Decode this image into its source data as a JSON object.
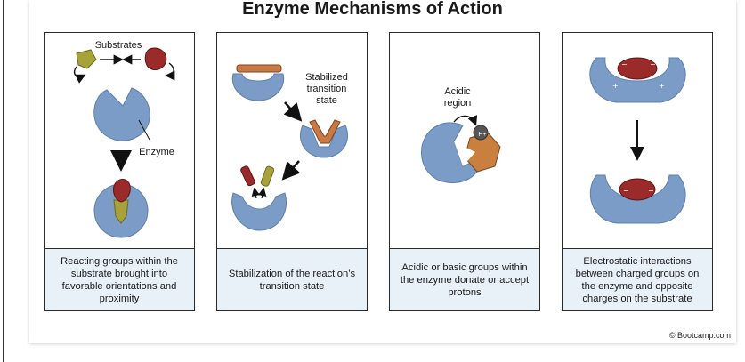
{
  "title": "Enzyme Mechanisms of Action",
  "panels": [
    {
      "caption": "Reacting groups within the substrate brought into favorable orientations and proximity",
      "label_substrates": "Substrates",
      "label_enzyme": "Enzyme"
    },
    {
      "caption": "Stabilization of the reaction’s transition state",
      "label_transition_1": "Stabilized",
      "label_transition_2": "transition",
      "label_transition_3": "state"
    },
    {
      "caption": "Acidic or basic groups within the enzyme donate or accept protons",
      "label_acidic_1": "Acidic",
      "label_acidic_2": "region",
      "proton_symbol": "H+"
    },
    {
      "caption": "Electrostatic interactions between charged groups on the enzyme and opposite charges on the substrate"
    }
  ],
  "credit": "© Bootcamp.com",
  "colors": {
    "enzyme": "#7a9cc6",
    "enzyme_stroke": "#5f7fa8",
    "substrate_red": "#9b2a2a",
    "substrate_olive": "#a8a23a",
    "substrate_orange": "#c97a43",
    "hexagon": "#c9803e",
    "proton": "#555555"
  }
}
